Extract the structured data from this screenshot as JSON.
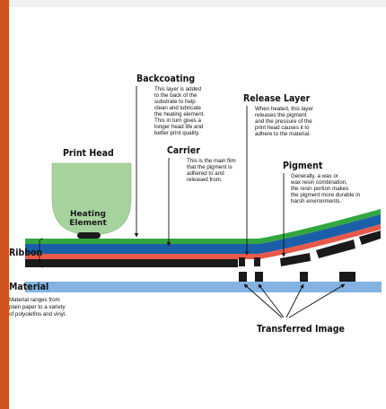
{
  "colors": {
    "sidebar": "#d2521e",
    "print_head": "#a6d39d",
    "ribbon_green": "#32a73f",
    "ribbon_blue": "#1b5fa8",
    "ribbon_red": "#e8594a",
    "ribbon_black": "#1a1a1a",
    "material": "#84b2e3"
  },
  "labels": {
    "print_head": "Print Head",
    "heating_1": "Heating",
    "heating_2": "Element",
    "backcoating": {
      "title": "Backcoating",
      "lines": [
        "This layer is added",
        "to the back of the",
        "substrate to help",
        "clean and lubricate",
        "the heating element.",
        "This in turn gives a",
        "longer head life and",
        "better print quality."
      ]
    },
    "carrier": {
      "title": "Carrier",
      "lines": [
        "This is the main film",
        "that the pigment is",
        "adhered to and",
        "released from."
      ]
    },
    "release_layer": {
      "title": "Release Layer",
      "lines": [
        "When heated, this layer",
        "releases the pigment",
        "and the pressure of the",
        "print head causes it to",
        "adhere to the material."
      ]
    },
    "pigment": {
      "title": "Pigment",
      "lines": [
        "Generally, a wax or",
        "wax resin combination,",
        "the resin portion makes",
        "the pigment more durable in",
        "harsh environments."
      ]
    },
    "ribbon": "Ribbon",
    "material": {
      "title": "Material",
      "lines": [
        "Material ranges from",
        "plain paper to a variety",
        "of polyolefins and vinyl."
      ]
    },
    "transferred_image": "Transferred Image"
  }
}
